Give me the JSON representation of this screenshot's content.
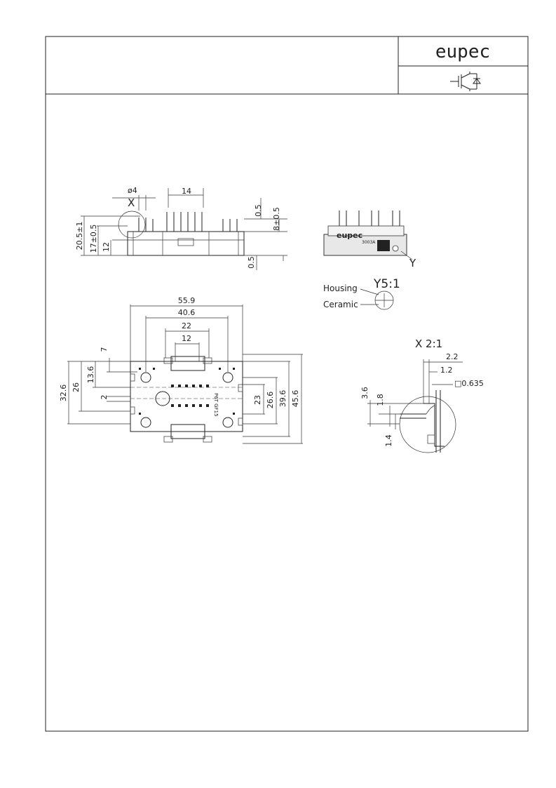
{
  "header": {
    "logo_text": "eupec",
    "symbol_icon": "igbt-with-diode-symbol"
  },
  "side_view": {
    "label_x": "X",
    "label_phi": "ø4",
    "dim_14": "14",
    "dim_05_top": "0.5",
    "dim_8": "8±0.5",
    "dim_205": "20.5±1",
    "dim_17": "17±0.5",
    "dim_12": "12",
    "dim_05_bottom": "0.5"
  },
  "photo_view": {
    "brand": "eupec",
    "label_y": "Y",
    "part_text": "3003A"
  },
  "detail_y": {
    "title": "Y5:1",
    "housing": "Housing",
    "ceramic": "Ceramic"
  },
  "top_view": {
    "dim_559": "55.9",
    "dim_406": "40.6",
    "dim_22": "22",
    "dim_12": "12",
    "dim_7": "7",
    "dim_136": "13.6",
    "dim_2": "2",
    "dim_326": "32.6",
    "dim_26": "26",
    "dim_23": "23",
    "dim_266": "26.6",
    "dim_396": "39.6",
    "dim_456": "45.6",
    "marking": "P6T  GF15"
  },
  "detail_x": {
    "title": "X 2:1",
    "dim_22": "2.2",
    "dim_12": "1.2",
    "dim_0635": "□0.635",
    "dim_36": "3.6",
    "dim_18": "1.8",
    "dim_14": "1.4"
  }
}
